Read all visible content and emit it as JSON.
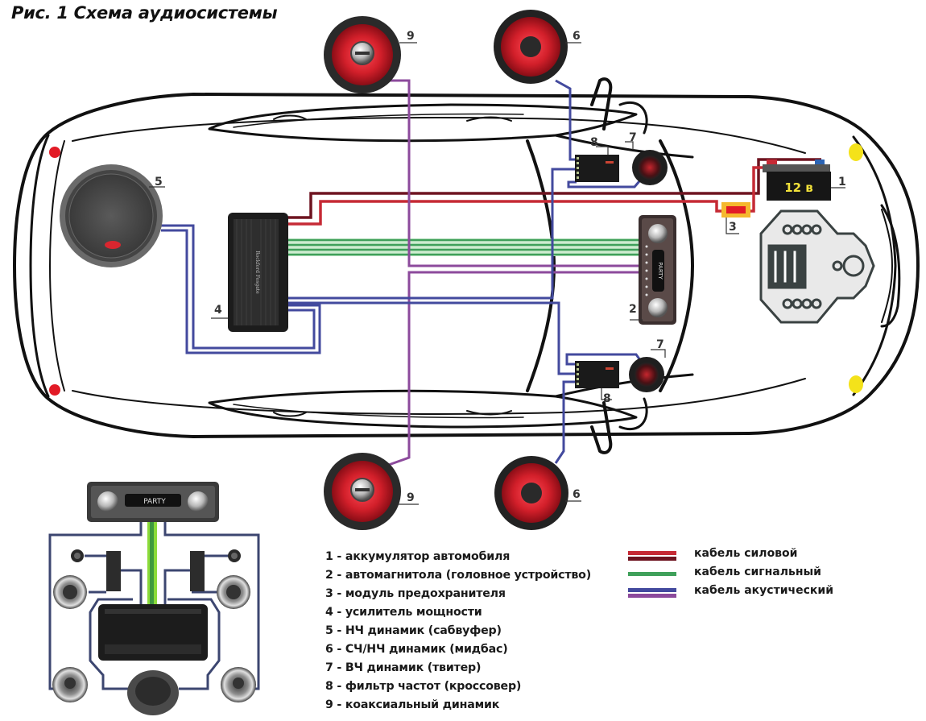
{
  "title": "Рис. 1 Схема аудиосистемы",
  "component_labels": {
    "battery": "1",
    "head_unit": "2",
    "fuse": "3",
    "amplifier": "4",
    "subwoofer": "5",
    "midbass_front": "6",
    "midbass_rear": "6",
    "tweeter_top": "7",
    "tweeter_bottom": "7",
    "crossover_top": "8",
    "crossover_bottom": "8",
    "coaxial_top": "9",
    "coaxial_bottom": "9"
  },
  "battery_text": "12 в",
  "head_unit_display": "PARTY",
  "legend": [
    {
      "num": "1",
      "text": "1 - аккумулятор автомобиля"
    },
    {
      "num": "2",
      "text": "2 - автомагнитола (головное устройство)"
    },
    {
      "num": "3",
      "text": "3 - модуль предохранителя"
    },
    {
      "num": "4",
      "text": "4 - усилитель мощности"
    },
    {
      "num": "5",
      "text": "5 - НЧ динамик (сабвуфер)"
    },
    {
      "num": "6",
      "text": "6 - СЧ/НЧ динамик (мидбас)"
    },
    {
      "num": "7",
      "text": "7 - ВЧ динамик (твитер)"
    },
    {
      "num": "8",
      "text": "8 - фильтр частот (кроссовер)"
    },
    {
      "num": "9",
      "text": "9 - коаксиальный динамик"
    }
  ],
  "cable_legend": [
    {
      "label": "кабель силовой",
      "colors": [
        "#c62a35",
        "#6e1420"
      ]
    },
    {
      "label": "кабель сигнальный",
      "colors": [
        "#3fa05a"
      ]
    },
    {
      "label": "кабель акустический",
      "colors": [
        "#434a9e",
        "#8c4a9c"
      ]
    }
  ],
  "colors": {
    "power_light": "#c62a35",
    "power_dark": "#6e1420",
    "signal": "#3fa05a",
    "signal_light": "#cdeccf",
    "acoustic_blue": "#434a9e",
    "acoustic_purple": "#8c4a9c",
    "speaker_red": "#d21f2a",
    "taillight": "#e21b26",
    "headlight": "#f4e21a",
    "fuse_body": "#f5b82e",
    "battery_text": "#f2e23a"
  }
}
